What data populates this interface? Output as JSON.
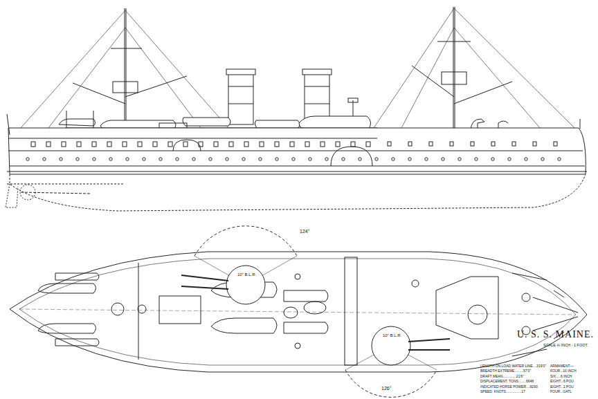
{
  "diagram": {
    "title": "U. S. S. MAINE.",
    "labels": [
      "124°",
      "10\" B.L.R.",
      "10\" B.L.R.",
      "126°",
      "SCALE ⅛ INCH - 1 FOOT.",
      "LENGTH ON LOAD WATER LINE....319'0\"",
      "BREADTH EXTREME.........57'0\"",
      "DRAFT MEAN..............21'6\"",
      "DISPLACEMENT, TONS........6648",
      "INDICATED HORSE POWER....9293",
      "SPEED, KNOTS................17",
      "ARMAMENT—",
      "FOUR...10 INCH",
      "SIX.....6 INCH",
      "EIGHT...6 POU",
      "EIGHT...1 POU",
      "FOUR...GATL"
    ]
  }
}
